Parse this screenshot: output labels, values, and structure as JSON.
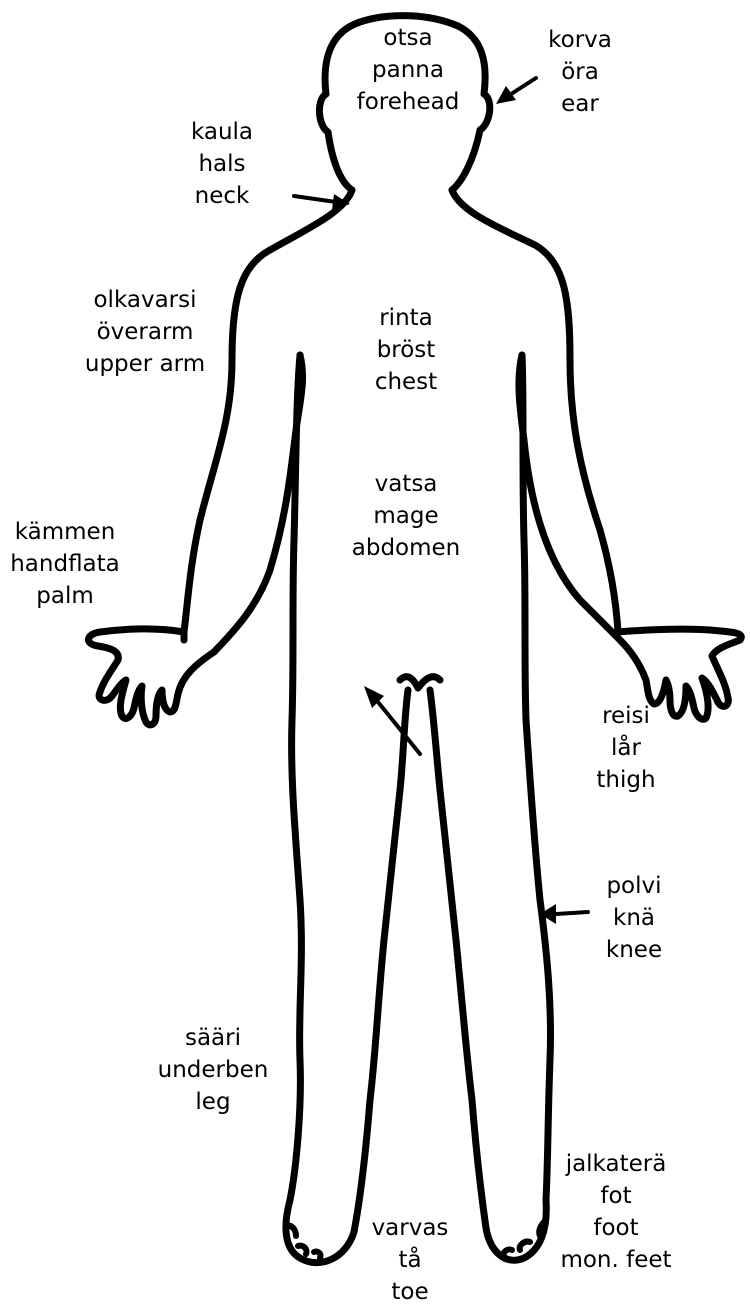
{
  "labels": {
    "forehead": {
      "fi": "otsa",
      "sv": "panna",
      "en": "forehead"
    },
    "ear": {
      "fi": "korva",
      "sv": "öra",
      "en": "ear"
    },
    "neck": {
      "fi": "kaula",
      "sv": "hals",
      "en": "neck"
    },
    "upper_arm": {
      "fi": "olkavarsi",
      "sv": "överarm",
      "en": "upper arm"
    },
    "chest": {
      "fi": "rinta",
      "sv": "bröst",
      "en": "chest"
    },
    "abdomen": {
      "fi": "vatsa",
      "sv": "mage",
      "en": "abdomen"
    },
    "palm": {
      "fi": "kämmen",
      "sv": "handflata",
      "en": "palm"
    },
    "thigh": {
      "fi": "reisi",
      "sv": "lår",
      "en": "thigh"
    },
    "knee": {
      "fi": "polvi",
      "sv": "knä",
      "en": "knee"
    },
    "leg": {
      "fi": "sääri",
      "sv": "underben",
      "en": "leg"
    },
    "foot": {
      "fi": "jalkaterä",
      "sv": "fot",
      "en": "foot",
      "plural": "mon. feet"
    },
    "toe": {
      "fi": "varvas",
      "sv": "tå",
      "en": "toe"
    }
  }
}
